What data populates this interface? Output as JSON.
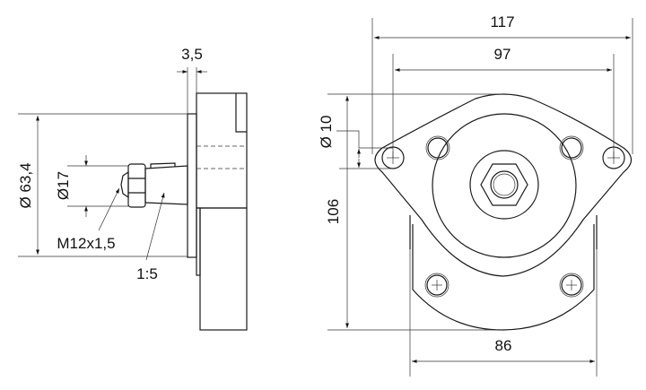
{
  "dimensions": {
    "overall_width": "117",
    "hole_spacing": "97",
    "flange_thickness": "3,5",
    "pilot_diameter": "Ø 63,4",
    "shaft_diameter": "Ø17",
    "hole_diameter": "Ø 10",
    "overall_height": "106",
    "body_width": "86"
  },
  "annotations": {
    "thread": "M12x1,5",
    "taper": "1:5"
  },
  "colors": {
    "line": "#1a1a1a",
    "background": "#ffffff"
  }
}
